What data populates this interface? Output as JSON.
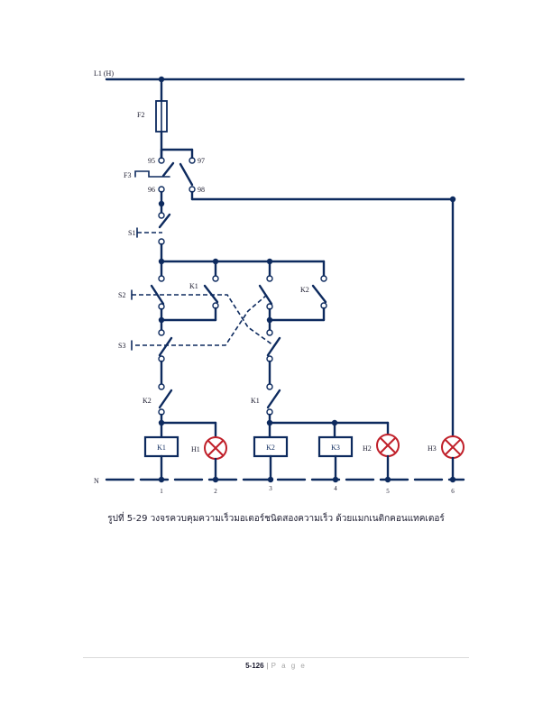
{
  "diagram": {
    "line_label": "L1 (H)",
    "neutral_label": "N",
    "labels": {
      "f2": "F2",
      "f3": "F3",
      "t95": "95",
      "t97": "97",
      "t96": "96",
      "t98": "98",
      "s1": "S1",
      "s2": "S2",
      "s3": "S3",
      "k1_top": "K1",
      "k2_top": "K2",
      "k2_bottom": "K2",
      "k1_bottom": "K1"
    },
    "coils": [
      "K1",
      "K2",
      "K3"
    ],
    "lamps": [
      "H1",
      "H2",
      "H3"
    ],
    "columns": [
      "1",
      "2",
      "3",
      "4",
      "5",
      "6"
    ]
  },
  "caption": "รูปที่ 5-29 วงจรควบคุมความเร็วมอเตอร์ชนิดสองความเร็ว ด้วยแมกเนติกคอนแทคเตอร์",
  "footer": {
    "page_number": "5-126",
    "page_word": "P a g e"
  },
  "colors": {
    "wire": "#0d2a5e",
    "lamp": "#c0202a"
  }
}
